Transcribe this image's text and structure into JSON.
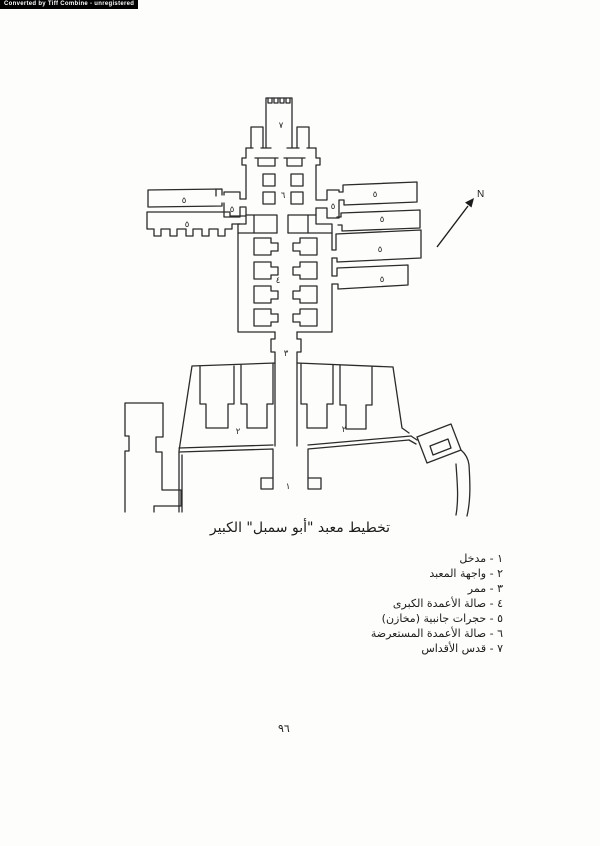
{
  "watermark": {
    "text": "Converted by Tiff Combine - unregistered"
  },
  "figure": {
    "compass_label": "N",
    "caption": "تخطيط معبد \"أبو سمبل\" الكبير",
    "plan_labels": [
      "٧",
      "٦",
      "٤",
      "٣",
      "٢",
      "٢",
      "١",
      "٥",
      "٥",
      "٥",
      "٥",
      "٥",
      "٥",
      "٥",
      "٥"
    ]
  },
  "legend": {
    "items": [
      {
        "text": "١ - مدخل"
      },
      {
        "text": "٢ - واجهة المعبد"
      },
      {
        "text": "٣ - ممر"
      },
      {
        "text": "٤ - صالة الأعمدة الكبرى"
      },
      {
        "text": "٥ - حجرات جانبية (مخازن)"
      },
      {
        "text": "٦ - صالة الأعمدة المستعرضة"
      },
      {
        "text": "٧ - قدس الأقداس"
      }
    ]
  },
  "page_number": "٩٦"
}
